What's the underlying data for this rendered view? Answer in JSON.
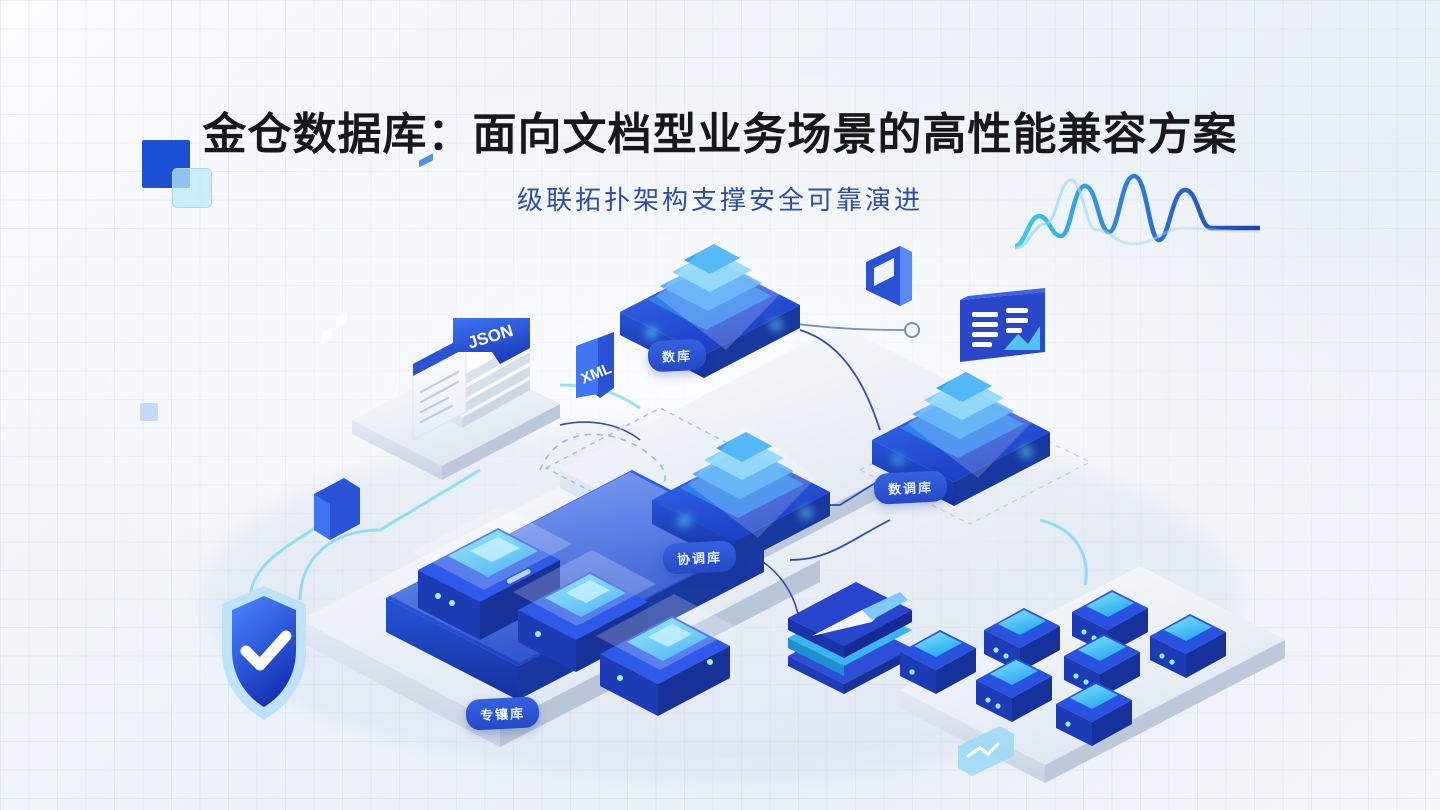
{
  "header": {
    "title": "金仓数据库：面向文档型业务场景的高性能兼容方案",
    "subtitle": "级联拓扑架构支撑安全可靠演进"
  },
  "decorations": {
    "solid_square": "solid-blue-square",
    "light_square": "light-cyan-square",
    "small_square": "small-blue-square",
    "waveform": "waveform-pulse-graphic"
  },
  "illustration": {
    "name": "isometric-database-topology",
    "nodes": [
      {
        "id": "primary",
        "label": "数库"
      },
      {
        "id": "replica",
        "label": "数调库"
      },
      {
        "id": "coordinator",
        "label": "协调库"
      },
      {
        "id": "storage",
        "label": "专镶库"
      }
    ],
    "format_tags": [
      {
        "id": "json",
        "label": "JSON"
      },
      {
        "id": "xml",
        "label": "XML"
      }
    ],
    "icons": [
      "document-stack-icon",
      "book-icon",
      "dashboard-card-icon",
      "shield-check-icon",
      "window-icon",
      "folder-stack-icon",
      "server-cluster-icon",
      "badge-icon"
    ]
  },
  "colors": {
    "brand_blue": "#1c50d4",
    "deep_blue": "#1a3ca8",
    "accent_cyan": "#3ed2f5",
    "title_text": "#16181c",
    "subtitle_text": "#2b4fa8",
    "background": "#f4f7fb"
  }
}
